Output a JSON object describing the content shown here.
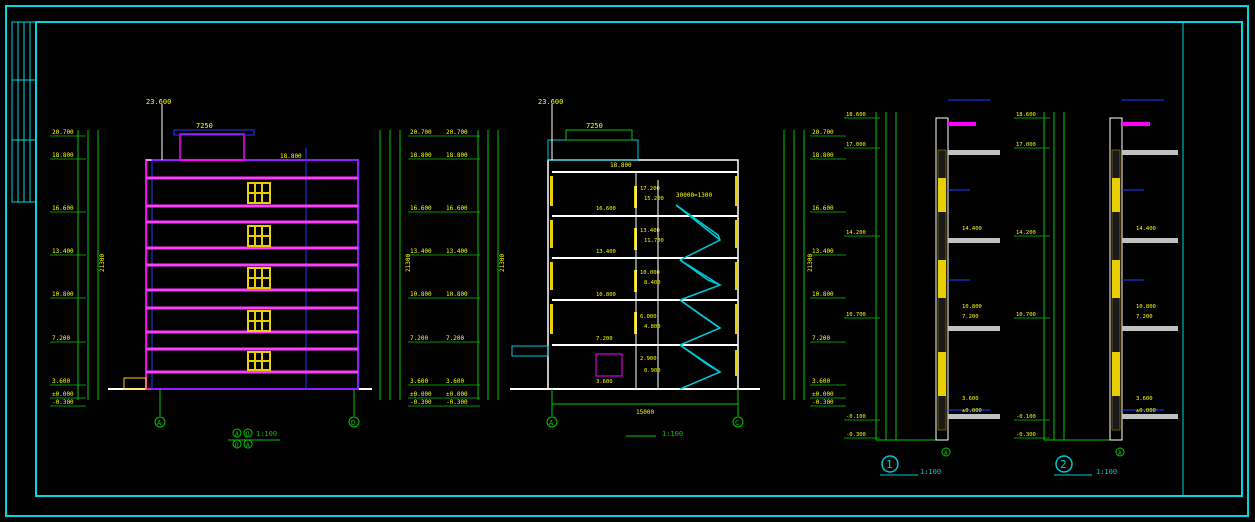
{
  "colors": {
    "background": "#000000",
    "frame": "#00d8e0",
    "dimension": "#00c800",
    "wall": "#ff00ff",
    "floor_line": "#ff3cff",
    "outline": "#ffffff",
    "blue": "#1e3cff",
    "window": "#e8d000",
    "stair": "#00c8d8",
    "text_yellow": "#ffff00",
    "hatch": "#c0a000"
  },
  "elevation": {
    "top_level": "23.600",
    "width_label": "7250",
    "roof_label": "18.800",
    "bottom_level": "-0.300",
    "levels_left": [
      "20.700",
      "18.800",
      "16.600",
      "13.400",
      "10.800",
      "7.200",
      "3.600",
      "±0.000",
      "-0.300"
    ],
    "levels_right": [
      "20.700",
      "18.800",
      "16.600",
      "13.400",
      "10.800",
      "7.200",
      "3.600",
      "±0.000",
      "-0.300"
    ],
    "total_height": "21300",
    "axis_left": "A",
    "axis_right": "D",
    "scale": "1:100",
    "title_marks": [
      "A",
      "D",
      "D",
      "A"
    ]
  },
  "section": {
    "top_level": "23.600",
    "width_label": "7250",
    "roof_label": "18.800",
    "stair_label": "30000=1300",
    "total_width": "15000",
    "axis_left": "A",
    "axis_right": "C",
    "scale": "1:100",
    "stair_levels": [
      "17.200",
      "15.200",
      "13.400",
      "11.700",
      "10.000",
      "8.400",
      "6.000",
      "4.800",
      "2.900",
      "0.900"
    ],
    "room_levels": [
      "16.600",
      "13.400",
      "10.800",
      "7.200",
      "3.600"
    ],
    "levels_left": [
      "20.700",
      "18.800",
      "16.600",
      "13.400",
      "10.800",
      "7.200",
      "3.600",
      "±0.000",
      "-0.300"
    ],
    "levels_right": [
      "20.700",
      "18.800",
      "16.600",
      "13.400",
      "10.800",
      "7.200",
      "3.600",
      "±0.000",
      "-0.300"
    ],
    "total_height": "21300"
  },
  "details": [
    {
      "number": "1",
      "scale": "1:100",
      "axis": "A",
      "levels": [
        "18.600",
        "17.000",
        "14.200",
        "10.700",
        "-0.100",
        "-0.300"
      ],
      "inner_levels": [
        "14.400",
        "10.800",
        "7.200",
        "3.600",
        "±0.000"
      ]
    },
    {
      "number": "2",
      "scale": "1:100",
      "axis": "A",
      "levels": [
        "18.600",
        "17.000",
        "14.200",
        "10.700",
        "-0.100",
        "-0.300"
      ],
      "inner_levels": [
        "14.400",
        "10.800",
        "7.200",
        "3.600",
        "±0.000"
      ]
    }
  ]
}
